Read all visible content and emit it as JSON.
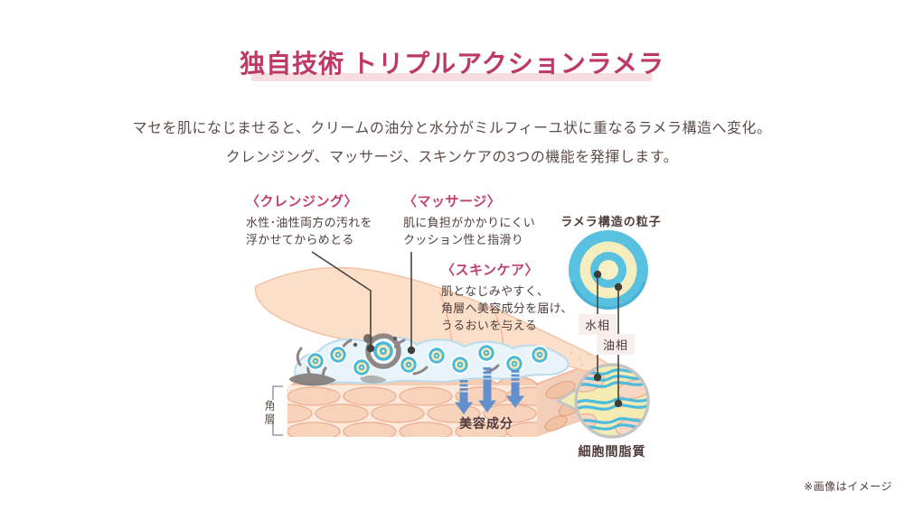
{
  "title": {
    "text": "独自技術 トリプルアクションラメラ",
    "color": "#bd3a64",
    "underline_color": "#f8dce4"
  },
  "intro": {
    "line1": "マセを肌になじませると、クリームの油分と水分がミルフィーユ状に重なるラメラ構造へ変化。",
    "line2": "クレンジング、マッサージ、スキンケアの3つの機能を発揮します。"
  },
  "features": {
    "cleansing": {
      "heading": "〈クレンジング〉",
      "line1": "水性･油性両方の汚れを",
      "line2": "浮かせてからめとる"
    },
    "massage": {
      "heading": "〈マッサージ〉",
      "line1": "肌に負担がかかりにくい",
      "line2": "クッション性と指滑り"
    },
    "skincare": {
      "heading": "〈スキンケア〉",
      "line1": "肌となじみやすく、",
      "line2": "角層へ美容成分を届け、",
      "line3": "うるおいを与える"
    }
  },
  "diagram": {
    "particle_title": "ラメラ構造の粒子",
    "water_phase_label": "水相",
    "oil_phase_label": "油相",
    "intercellular_lipids_label": "細胞間脂質",
    "beauty_ingredients_label": "美容成分",
    "stratum_corneum_label": "角層"
  },
  "footnote": "※画像はイメージ",
  "colors": {
    "heading_pink": "#c2416b",
    "body_text": "#5d4c4c",
    "label_text": "#4e3a3a",
    "ring_blue": "#58c1e0",
    "ring_cream": "#f6edbe",
    "arrow_blue": "#6290cf",
    "skin_face": "#fdeadc",
    "skin_cell": "#f8d3bc",
    "skin_cell_stroke": "#edac8e",
    "cream_fill": "#e9f3fa",
    "cream_stroke": "#badbeb",
    "dirt_gray": "#8d8584",
    "hand_fill": "#fcdfc8",
    "magnifier_border": "#c4c4c2",
    "magnifier_bg": "#f5ecb4",
    "wave_blue": "#4cbbdd",
    "leader_line": "#48443f"
  }
}
